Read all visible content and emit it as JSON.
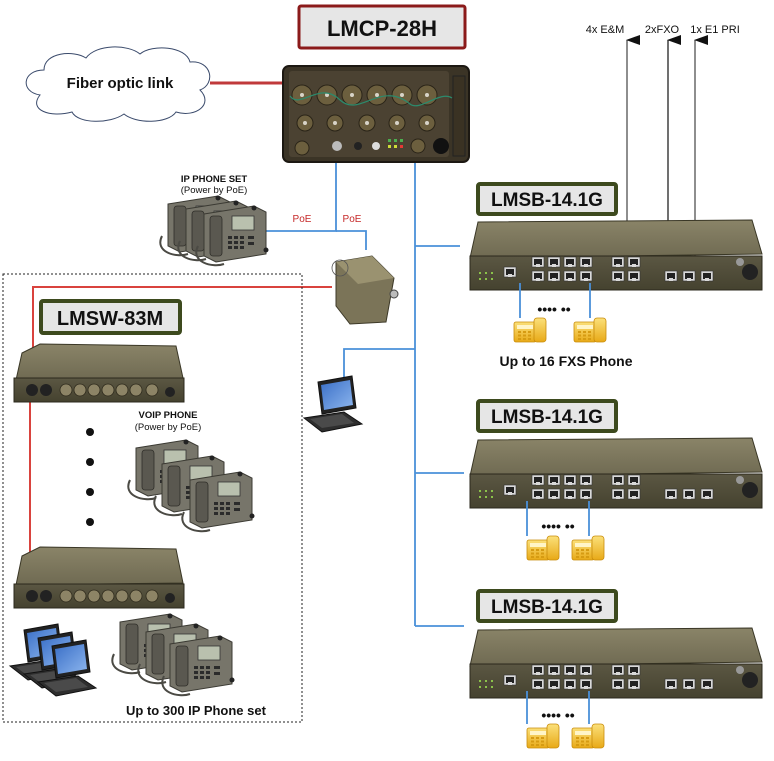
{
  "title_device": {
    "label": "LMCP-28H"
  },
  "cloud": {
    "label": "Fiber optic link"
  },
  "outputs": [
    {
      "label": "4x E&M"
    },
    {
      "label": "2xFXO"
    },
    {
      "label": "1x E1 PRI"
    }
  ],
  "ip_phone_set": {
    "title": "IP PHONE SET",
    "subtitle": "(Power by PoE)"
  },
  "poe_labels": [
    "PoE",
    "PoE"
  ],
  "lmsw": {
    "label": "LMSW-83M"
  },
  "voip_phone": {
    "title": "VOIP PHONE",
    "subtitle": "(Power by PoE)"
  },
  "ip_phone_capacity": "Up to 300 IP Phone set",
  "lmsb_units": [
    {
      "label": "LMSB-14.1G",
      "caption": "Up to 16 FXS Phone"
    },
    {
      "label": "LMSB-14.1G",
      "caption": ""
    },
    {
      "label": "LMSB-14.1G",
      "caption": ""
    }
  ],
  "colors": {
    "fiber_link": "#c0393b",
    "ethernet": "#4a90d9",
    "lmcp_border": "#8b1a1a",
    "label_border": "#3d4a1e",
    "label_bg": "#e6e6e6",
    "device_olive": "#6b6550",
    "phone_yellow": "#f2c431"
  }
}
